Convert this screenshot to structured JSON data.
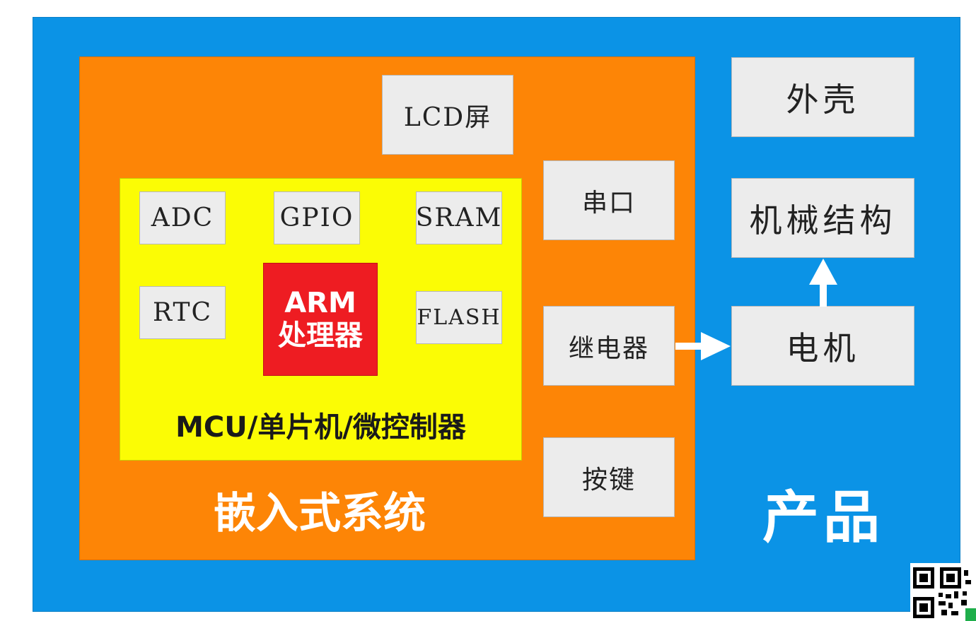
{
  "regions": {
    "product_label": "产品",
    "embedded_label": "嵌入式系统",
    "mcu_label": "MCU/单片机/微控制器"
  },
  "mcu_blocks": {
    "adc": "ADC",
    "gpio": "GPIO",
    "sram": "SRAM",
    "rtc": "RTC",
    "flash": "FLASH",
    "arm_line1": "ARM",
    "arm_line2": "处理器"
  },
  "peripherals": {
    "lcd": "LCD屏",
    "serial": "串口",
    "relay": "继电器",
    "keys": "按键"
  },
  "product_parts": {
    "shell": "外壳",
    "mechanical": "机械结构",
    "motor": "电机"
  },
  "colors": {
    "product_bg": "#0b93e6",
    "embedded_bg": "#fd8506",
    "mcu_bg": "#fbfc05",
    "arm_bg": "#ee1c22",
    "block_bg": "#ececec",
    "arrow": "#ffffff"
  }
}
